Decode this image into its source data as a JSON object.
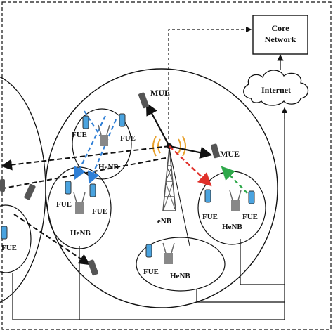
{
  "labels": {
    "core_network_line1": "Core",
    "core_network_line2": "Network",
    "internet": "Internet",
    "mue_top": "MUE",
    "mue_right": "MUE",
    "enb": "eNB",
    "fue_tl_a": "FUE",
    "fue_tl_b": "FUE",
    "henb_tl": "HeNB",
    "fue_ml_a": "FUE",
    "fue_ml_b": "FUE",
    "henb_ml": "HeNB",
    "fue_r_a": "FUE",
    "fue_r_b": "FUE",
    "henb_r": "HeNB",
    "fue_b": "FUE",
    "henb_b": "HeNB",
    "fue_far_left": "FUE"
  },
  "colors": {
    "line": "#111111",
    "blue_link": "#2f7fd6",
    "red_link": "#e0302a",
    "green_link": "#2ea84a",
    "device": "#555555",
    "phone_screen": "#4aa3df"
  },
  "icons": [
    "base-station-tower-icon",
    "mobile-phone-icon",
    "femtocell-router-icon",
    "cloud-icon"
  ]
}
